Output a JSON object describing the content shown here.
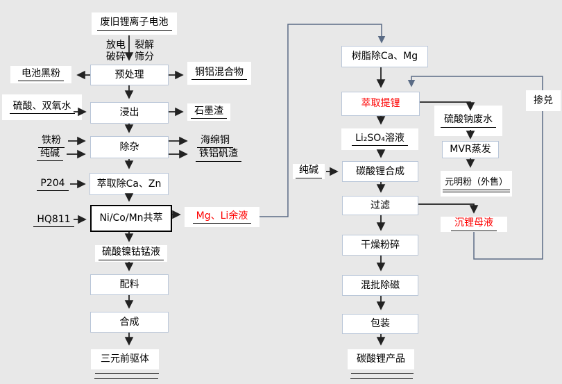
{
  "colors": {
    "background": "#e8e8e8",
    "label_fill": "#ffffff",
    "process_border": "#b9c6d8",
    "strong_border": "#000000",
    "text": "#000000",
    "red": "#fe0000",
    "flow_line": "#222222",
    "recycle_line": "#5a6b85"
  },
  "nodes": {
    "waste_battery": "废旧锂离子电池",
    "discharge_crush": "放电\n破碎",
    "pyrolysis_sieving": "裂解\n筛分",
    "pretreatment": "预处理",
    "battery_black_powder": "电池黑粉",
    "copper_aluminum_mixture": "铜铝混合物",
    "sulfuric_acid_peroxide": "硫酸、双氧水",
    "leaching": "浸出",
    "graphite_residue": "石墨渣",
    "iron_powder": "铁粉",
    "soda_ash_left": "纯碱",
    "impurity_removal": "除杂",
    "sponge_copper": "海绵铜",
    "iron_aluminum_alum_slag": "铁铝矾渣",
    "p204": "P204",
    "extraction_remove_ca_zn": "萃取除Ca、Zn",
    "hq811": "HQ811",
    "ni_co_mn_coextraction": "Ni/Co/Mn共萃",
    "mg_li_raffinate": "Mg、Li余液",
    "nickel_cobalt_manganese_sulfate": "硫酸镍钴锰液",
    "batching": "配料",
    "synthesis": "合成",
    "ternary_precursor": "三元前驱体",
    "resin_remove_ca_mg": "树脂除Ca、Mg",
    "lithium_extraction": "萃取提锂",
    "li2so4_solution": "Li₂SO₄溶液",
    "soda_ash_right": "纯碱",
    "lithium_carbonate_synthesis": "碳酸锂合成",
    "filtration": "过滤",
    "drying_crushing": "干燥粉碎",
    "batch_mixing_demagnetization": "混批除磁",
    "packaging": "包装",
    "lithium_carbonate_product": "碳酸锂产品",
    "sodium_sulfate_wastewater": "硫酸钠废水",
    "mvr_evaporation": "MVR蒸发",
    "glauber_salt_sold": "元明粉（外售）",
    "lithium_precipitation_mother_liquor": "沉锂母液",
    "blending": "掺兑"
  }
}
